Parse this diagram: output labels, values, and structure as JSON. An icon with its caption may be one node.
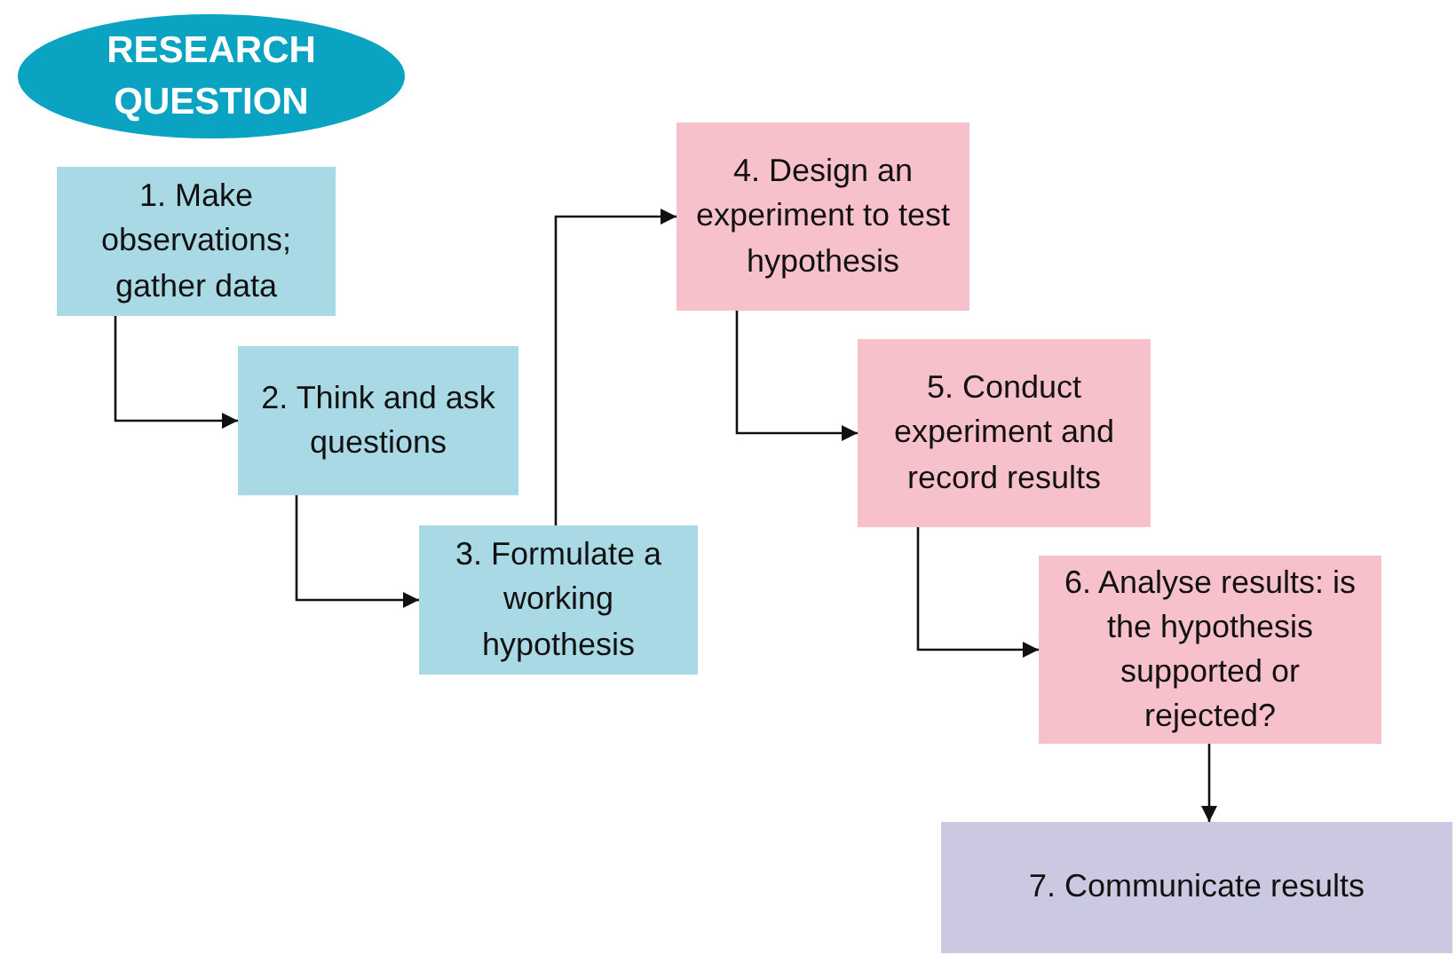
{
  "diagram": {
    "nodes": [
      {
        "text": [
          "RESEARCH QUESTION"
        ]
      },
      {
        "text": [
          "1. Make observations; gather data"
        ]
      },
      {
        "text": [
          "2. Think and ask questions"
        ]
      },
      {
        "text": [
          "3. Formulate a working hypothesis"
        ]
      },
      {
        "text": [
          "4. Design an experiment to test hypothesis"
        ]
      },
      {
        "text": [
          "5. Conduct experiment and record results"
        ]
      },
      {
        "text": [
          "6. Analyse results: is the hypothesis supported or rejected?"
        ]
      },
      {
        "text": [
          "7. Communicate results"
        ]
      }
    ],
    "edges": [
      {
        "from": 1,
        "to": 2,
        "arrow": "to"
      },
      {
        "from": 2,
        "to": 3,
        "arrow": "to"
      },
      {
        "from": 3,
        "to": 4,
        "arrow": "to"
      },
      {
        "from": 4,
        "to": 5,
        "arrow": "to"
      },
      {
        "from": 5,
        "to": 6,
        "arrow": "to"
      },
      {
        "from": 6,
        "to": 7,
        "arrow": "to"
      }
    ]
  }
}
